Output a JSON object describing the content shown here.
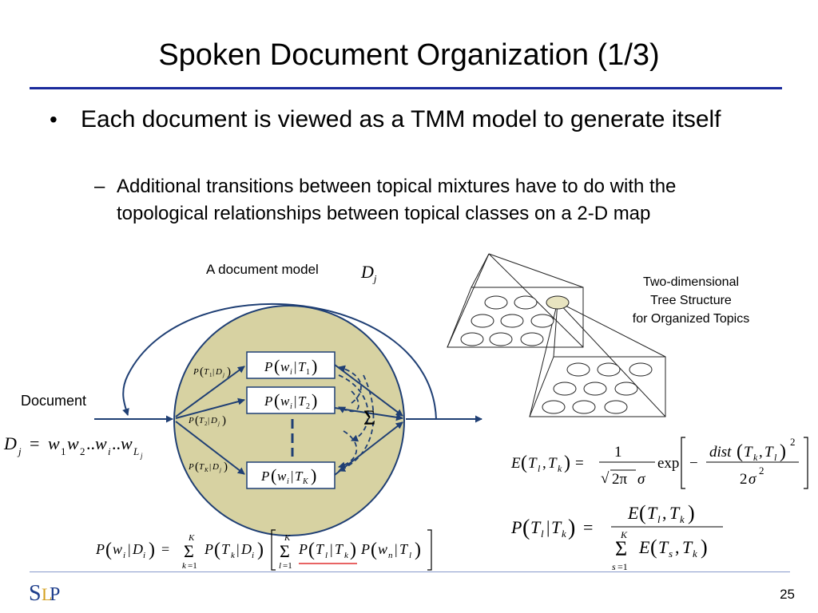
{
  "slide": {
    "title": "Spoken Document Organization (1/3)",
    "bullet_marker": "•",
    "bullet_1": "Each document is viewed as a TMM model to generate itself",
    "sub_marker": "–",
    "sub_bullet_1": "Additional transitions between topical mixtures have to do with the topological relationships between topical classes on a 2-D map",
    "page_number": "25"
  },
  "diagram": {
    "doc_model_label": "A document model",
    "doc_model_symbol": "D",
    "doc_model_sub": "j",
    "document_label": "Document",
    "tree_caption_line1": "Two-dimensional",
    "tree_caption_line2": "Tree Structure",
    "tree_caption_line3": "for Organized Topics",
    "colors": {
      "circle_fill": "#d7d2a2",
      "arrow": "#1f3f74",
      "rule": "#1a2a9c",
      "highlight_node": "#e8e4c0",
      "underline": "#e03030"
    }
  },
  "logo": {
    "text": "SLP"
  }
}
